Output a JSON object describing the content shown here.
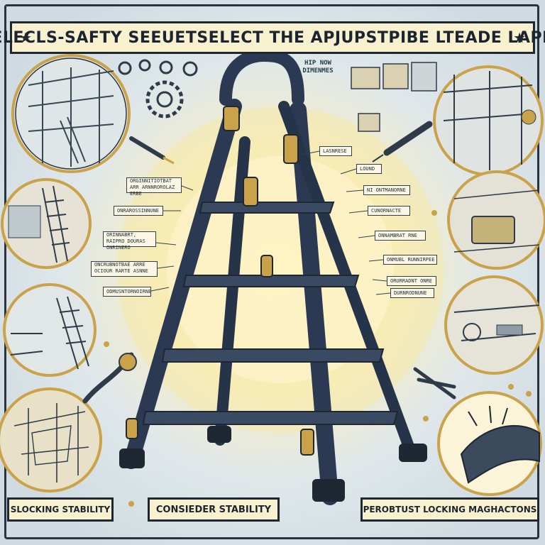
{
  "header": {
    "title": "ELECLS-SAFTY SEEUETSELECT THE APJUPSTPIBE LTEADE LAPE",
    "star_glyph": "★"
  },
  "top_tag": "HIP NOW DIMENMES",
  "callouts_left": [
    "ORGINNITIOTBAT ARR ARNNROROLAZ ERBE",
    "ONRAROSSINNUNE",
    "ORINNABRT, RAIPRO DOURAS ONRINERO",
    "ONCRUBNOTBAE ARRE OCIOUR RARTE ASNNE",
    "ODMUSNTORNOIRNE"
  ],
  "callouts_right": [
    "LASNRESE",
    "LOUND",
    "NI ONTMANORNE",
    "CUNORNACTE",
    "ONNAMBRAT RNE",
    "ONMUBL RUNNIRPEE",
    "ORURRADNT ONRE",
    "DURNRODNUNE"
  ],
  "footer": {
    "left": "SLOCKING STABILITY",
    "center": "CONSIEDER STABILITY",
    "right": "PEROBTUST LOCKING MAGHACTONS"
  },
  "colors": {
    "ink": "#1f2732",
    "banner": "#f7f1d0",
    "ladder": "#2b3a52",
    "brass": "#c9a24a",
    "glow": "#fbe98e"
  }
}
